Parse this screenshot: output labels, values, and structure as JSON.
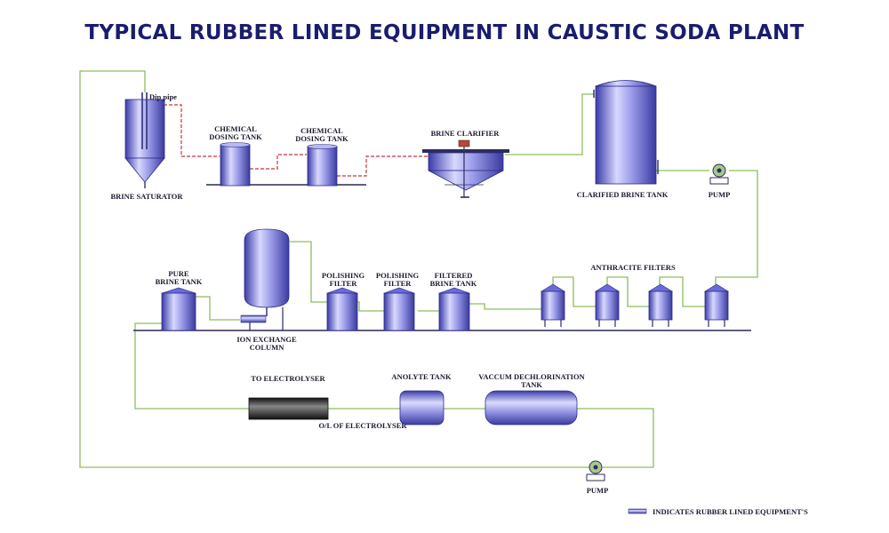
{
  "title": "TYPICAL RUBBER LINED EQUIPMENT IN CAUSTIC SODA PLANT",
  "labels": {
    "dip_pipe": "Dip pipe",
    "brine_saturator": "BRINE SATURATOR",
    "chemical_dosing_tank_1": [
      "CHEMICAL",
      "DOSING TANK"
    ],
    "chemical_dosing_tank_2": [
      "CHEMICAL",
      "DOSING TANK"
    ],
    "brine_clarifier": "BRINE CLARIFIER",
    "clarified_brine_tank": "CLARIFIED BRINE TANK",
    "pump_top": "PUMP",
    "anthracite_filters": "ANTHRACITE FILTERS",
    "filtered_brine_tank": [
      "FILTERED",
      "BRINE TANK"
    ],
    "polishing_filter_1": [
      "POLISHING",
      "FILTER"
    ],
    "polishing_filter_2": [
      "POLISHING",
      "FILTER"
    ],
    "ion_exchange_column": [
      "ION EXCHANGE",
      "COLUMN"
    ],
    "pure_brine_tank": [
      "PURE",
      "BRINE TANK"
    ],
    "to_electrolyser": "TO ELECTROLYSER",
    "ol_of_electrolyser": "O/L OF ELECTROLYSER",
    "anolyte_tank": "ANOLYTE TANK",
    "vaccum_dechlorination_tank": [
      "VACCUM DECHLORINATION",
      "TANK"
    ],
    "pump_bottom": "PUMP",
    "legend": "INDICATES RUBBER LINED EQUIPMENT'S"
  },
  "colors": {
    "title": "#1a1d6e",
    "equipment": "#6a6ad8",
    "pipe": "#8fbd5a",
    "red_line": "#c0393d"
  }
}
